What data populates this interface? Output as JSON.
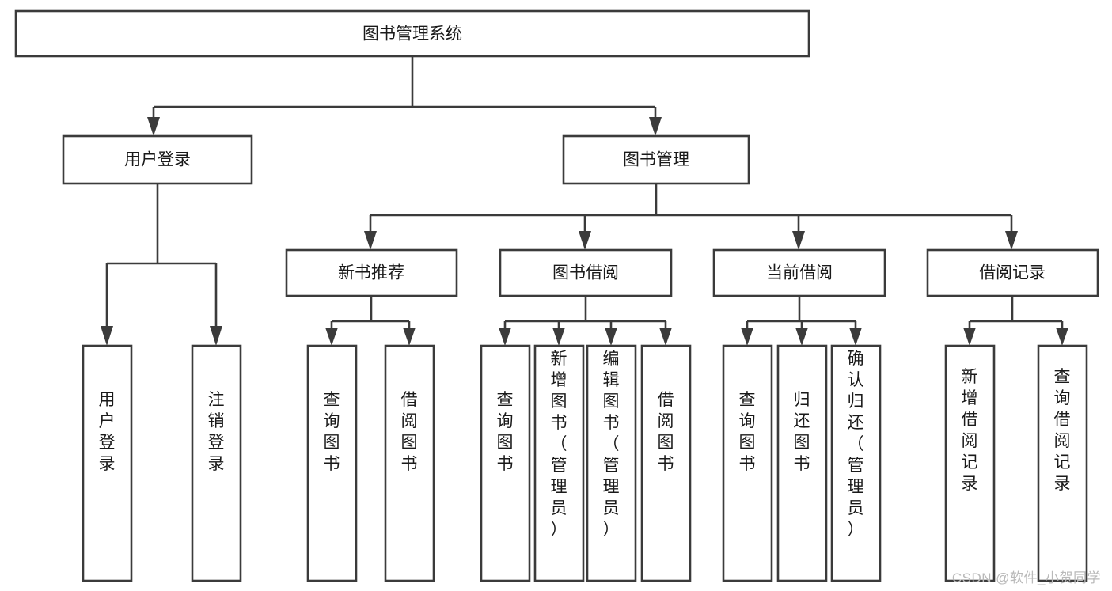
{
  "diagram": {
    "type": "tree-hierarchy",
    "title": "图书管理系统",
    "orientation": "top-down",
    "colors": {
      "stroke": "#3b3b3b",
      "fill": "#ffffff",
      "text": "#1a1a1a",
      "watermark": "#b9b9b9",
      "background": "#ffffff"
    },
    "root": {
      "id": "root",
      "label": "图书管理系统",
      "text_orientation": "horizontal"
    },
    "level1": [
      {
        "id": "user-login",
        "label": "用户登录",
        "text_orientation": "horizontal"
      },
      {
        "id": "book-manage",
        "label": "图书管理",
        "text_orientation": "horizontal"
      }
    ],
    "level2": [
      {
        "id": "new-book-recommend",
        "label": "新书推荐",
        "parent": "book-manage",
        "text_orientation": "horizontal"
      },
      {
        "id": "book-borrow",
        "label": "图书借阅",
        "parent": "book-manage",
        "text_orientation": "horizontal"
      },
      {
        "id": "current-borrow",
        "label": "当前借阅",
        "parent": "book-manage",
        "text_orientation": "horizontal"
      },
      {
        "id": "borrow-record",
        "label": "借阅记录",
        "parent": "book-manage",
        "text_orientation": "horizontal"
      }
    ],
    "leaves": [
      {
        "id": "leaf-user-login",
        "label": "用户登录",
        "parent": "user-login",
        "text_orientation": "vertical"
      },
      {
        "id": "leaf-logout-login",
        "label": "注销登录",
        "parent": "user-login",
        "text_orientation": "vertical"
      },
      {
        "id": "leaf-query-book-1",
        "label": "查询图书",
        "parent": "new-book-recommend",
        "text_orientation": "vertical"
      },
      {
        "id": "leaf-borrow-book-1",
        "label": "借阅图书",
        "parent": "new-book-recommend",
        "text_orientation": "vertical"
      },
      {
        "id": "leaf-query-book-2",
        "label": "查询图书",
        "parent": "book-borrow",
        "text_orientation": "vertical"
      },
      {
        "id": "leaf-add-book",
        "label": "新增图书（管理员）",
        "parent": "book-borrow",
        "text_orientation": "vertical"
      },
      {
        "id": "leaf-edit-book",
        "label": "编辑图书（管理员）",
        "parent": "book-borrow",
        "text_orientation": "vertical"
      },
      {
        "id": "leaf-borrow-book-2",
        "label": "借阅图书",
        "parent": "book-borrow",
        "text_orientation": "vertical"
      },
      {
        "id": "leaf-query-book-3",
        "label": "查询图书",
        "parent": "current-borrow",
        "text_orientation": "vertical"
      },
      {
        "id": "leaf-return-book",
        "label": "归还图书",
        "parent": "current-borrow",
        "text_orientation": "vertical"
      },
      {
        "id": "leaf-confirm-return",
        "label": "确认归还（管理员）",
        "parent": "current-borrow",
        "text_orientation": "vertical"
      },
      {
        "id": "leaf-add-record",
        "label": "新增借阅记录",
        "parent": "borrow-record",
        "text_orientation": "vertical"
      },
      {
        "id": "leaf-query-record",
        "label": "查询借阅记录",
        "parent": "borrow-record",
        "text_orientation": "vertical"
      }
    ],
    "watermark": "CSDN @软件_小贺同学"
  }
}
